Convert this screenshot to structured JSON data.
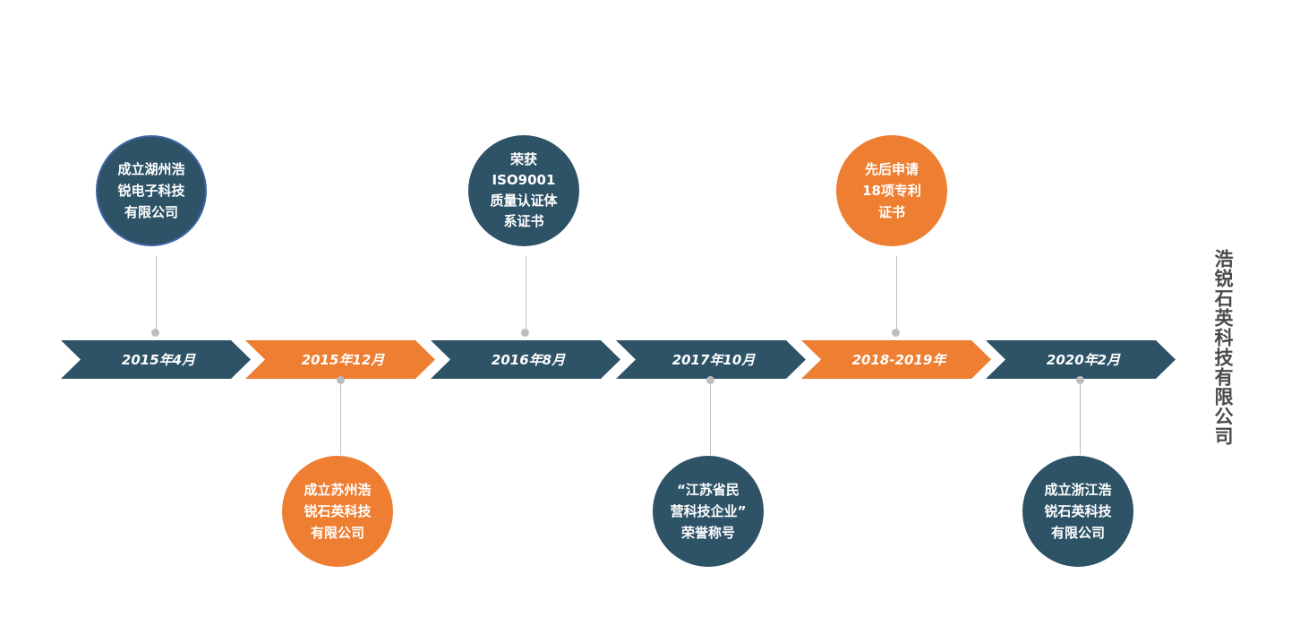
{
  "title": "浩锐石英科技有限公司",
  "colors": {
    "navy": "#2e5367",
    "orange": "#ee7e32",
    "connector": "#bfbfbf",
    "title_text": "#4a4a4a"
  },
  "timeline": [
    {
      "date": "2015年4月",
      "color": "navy"
    },
    {
      "date": "2015年12月",
      "color": "orange"
    },
    {
      "date": "2016年8月",
      "color": "navy"
    },
    {
      "date": "2017年10月",
      "color": "navy"
    },
    {
      "date": "2018-2019年",
      "color": "orange"
    },
    {
      "date": "2020年2月",
      "color": "navy"
    }
  ],
  "events": [
    {
      "text": "成立湖州浩\n锐电子科技\n有限公司",
      "position": "above",
      "color": "navy"
    },
    {
      "text": "成立苏州浩\n锐石英科技\n有限公司",
      "position": "below",
      "color": "orange"
    },
    {
      "text": "荣获\nISO9001\n质量认证体\n系证书",
      "position": "above",
      "color": "navy"
    },
    {
      "text": "“江苏省民\n营科技企业”\n荣誉称号",
      "position": "below",
      "color": "navy"
    },
    {
      "text": "先后申请\n18项专利\n证书",
      "position": "above",
      "color": "orange"
    },
    {
      "text": "成立浙江浩\n锐石英科技\n有限公司",
      "position": "below",
      "color": "navy"
    }
  ]
}
